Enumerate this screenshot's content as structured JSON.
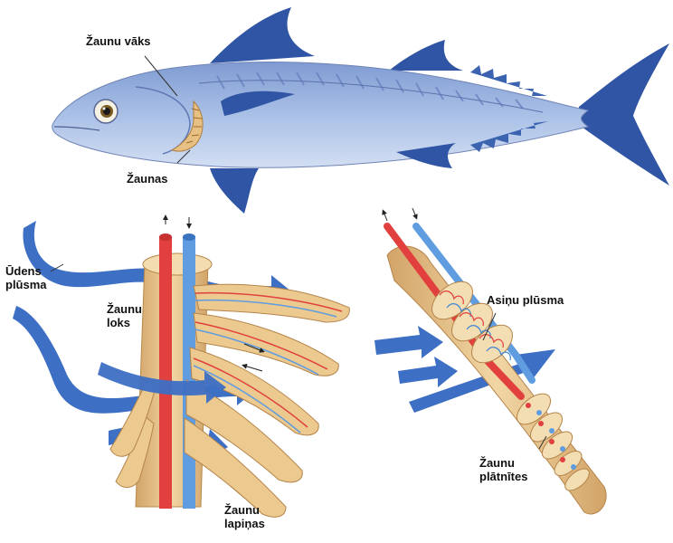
{
  "labels": {
    "gill_cover": "Žaunu vāks",
    "gills": "Žaunas",
    "water_flow_1": "Ūdens",
    "water_flow_2": "plūsma",
    "gill_arch_1": "Žaunu",
    "gill_arch_2": "loks",
    "gill_filaments_1": "Žaunu",
    "gill_filaments_2": "lapiņas",
    "blood_flow": "Asiņu plūsma",
    "gill_lamellae_1": "Žaunu",
    "gill_lamellae_2": "plātnītes"
  },
  "colors": {
    "fish_body": "#9bb5e0",
    "fish_fin": "#2f55a4",
    "water_arrow": "#3d6fc4",
    "artery_red": "#e1403e",
    "vein_blue": "#3f86d6",
    "tissue": "#e6c089",
    "tissue_shadow": "#c99a5b",
    "gill_filament": "#f0d7a6"
  }
}
